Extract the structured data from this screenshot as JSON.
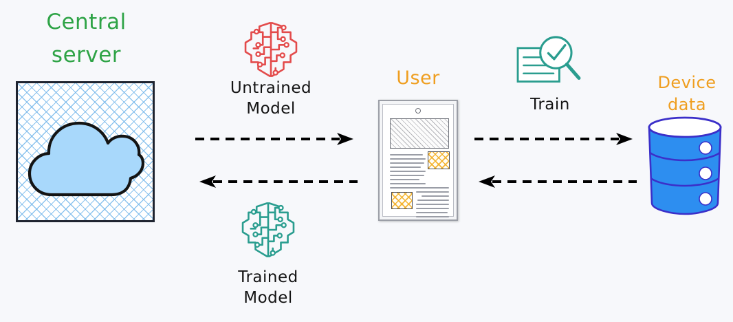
{
  "diagram": {
    "title_visible": false,
    "background_color": "#f7f8fb",
    "type": "federated-learning-flow"
  },
  "nodes": {
    "central_server": {
      "label": "Central server",
      "label_line1": "Central",
      "label_line2": "server",
      "label_color": "#2ea346",
      "icon": "cloud-icon",
      "cloud_fill": "#a8d8fb",
      "cloud_stroke": "#141414",
      "box_stroke": "#1f2430",
      "box_pattern_color": "#78b9eb"
    },
    "untrained_model": {
      "label_line1": "Untrained",
      "label_line2": "Model",
      "label_color": "#141414",
      "icon": "ai-brain-circuit-icon",
      "icon_color": "#e34b4b"
    },
    "trained_model": {
      "label_line1": "Trained",
      "label_line2": "Model",
      "label_color": "#141414",
      "icon": "ai-brain-circuit-icon",
      "icon_color": "#2a9d8f"
    },
    "user": {
      "label": "User",
      "label_color": "#ef9e1f",
      "icon": "smartphone-icon",
      "frame_color": "#9b9ea6",
      "accent_color": "#f3b028"
    },
    "train": {
      "label": "Train",
      "label_color": "#141414",
      "icon": "document-magnifier-check-icon",
      "icon_color": "#2a9d8f"
    },
    "device_data": {
      "label": "Device data",
      "label_line1": "Device",
      "label_line2": "data",
      "label_color": "#ef9e1f",
      "icon": "database-cylinder-icon",
      "fill_color": "#2d8ef0",
      "stroke_color": "#3b2fc9",
      "tiers": 3
    }
  },
  "arrows": [
    {
      "name": "server-to-user",
      "direction": "right",
      "style": "dashed",
      "color": "#000000",
      "from": "central_server",
      "to": "user",
      "carries": "Untrained Model"
    },
    {
      "name": "user-to-server",
      "direction": "left",
      "style": "dashed",
      "color": "#000000",
      "from": "user",
      "to": "central_server",
      "carries": "Trained Model"
    },
    {
      "name": "user-to-device-data",
      "direction": "right",
      "style": "dashed",
      "color": "#000000",
      "from": "user",
      "to": "device_data",
      "carries": "Train"
    },
    {
      "name": "device-data-to-user",
      "direction": "left",
      "style": "dashed",
      "color": "#000000",
      "from": "device_data",
      "to": "user",
      "carries": "Train"
    }
  ]
}
